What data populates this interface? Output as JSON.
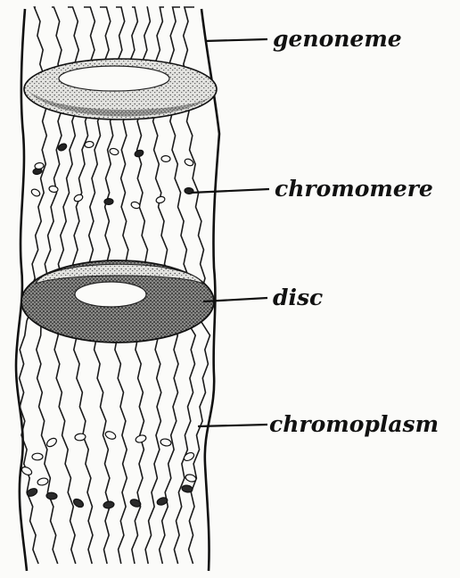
{
  "labels": {
    "genoneme": "genoneme",
    "chromomere": "chromomere",
    "disc": "disc",
    "chromoplasm": "chromoplasm"
  },
  "colors": {
    "ink": "#111111",
    "paper": "#fbfbf9",
    "stipple_light": "#c9c9c6",
    "stipple_dark": "#4a4a4a"
  }
}
